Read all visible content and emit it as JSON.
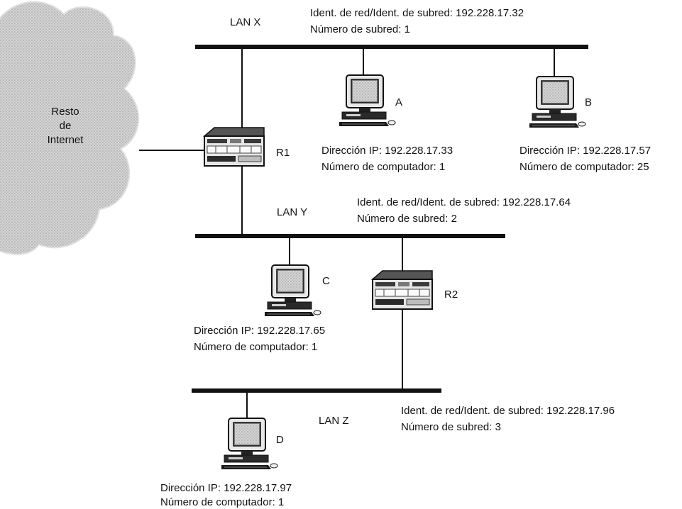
{
  "internet": {
    "line1": "Resto",
    "line2": "de",
    "line3": "Internet"
  },
  "lans": {
    "x": {
      "name": "LAN X",
      "net_id": "Ident. de red/Ident. de subred: 192.228.17.32",
      "subnet": "Número de subred: 1"
    },
    "y": {
      "name": "LAN Y",
      "net_id": "Ident. de red/Ident. de subred: 192.228.17.64",
      "subnet": "Número de subred: 2"
    },
    "z": {
      "name": "LAN Z",
      "net_id": "Ident. de red/Ident. de subred: 192.228.17.96",
      "subnet": "Número de subred: 3"
    }
  },
  "routers": {
    "r1": {
      "label": "R1"
    },
    "r2": {
      "label": "R2"
    }
  },
  "hosts": {
    "a": {
      "label": "A",
      "ip": "Dirección IP: 192.228.17.33",
      "number": "Número de computador: 1"
    },
    "b": {
      "label": "B",
      "ip": "Dirección IP: 192.228.17.57",
      "number": "Número de computador: 25"
    },
    "c": {
      "label": "C",
      "ip": "Dirección IP: 192.228.17.65",
      "number": "Número de computador: 1"
    },
    "d": {
      "label": "D",
      "ip": "Dirección IP: 192.228.17.97",
      "number": "Número de computador: 1"
    }
  },
  "colors": {
    "line": "#111111",
    "cloud_fill": "#c9c9c9",
    "screen": "#8a8a8a"
  }
}
